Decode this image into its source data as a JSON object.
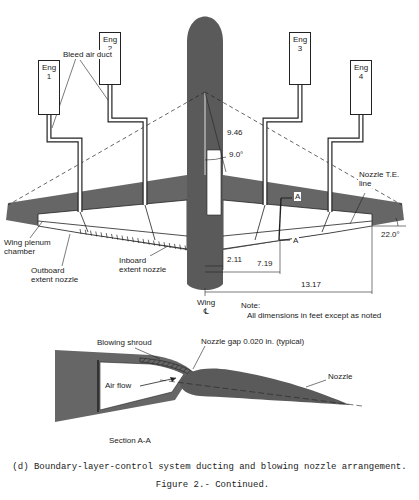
{
  "diagram": {
    "caption": "(d) Boundary-layer-control system ducting and blowing nozzle arrangement.",
    "nodes": [
      {
        "text": [
          "Eng 1"
        ]
      },
      {
        "text": [
          "Eng 2"
        ]
      },
      {
        "text": [
          "Eng 3"
        ]
      },
      {
        "text": [
          "Eng 4"
        ]
      }
    ],
    "labels": [
      "Bleed air duct",
      "9.46",
      "9.0°",
      "A",
      "A",
      "Nozzle T.E. line",
      "22.0°",
      "Wing plenum chamber",
      "Inboard extent nozzle",
      "Outboard extent nozzle",
      "2.11",
      "7.19",
      "13.17",
      "Wing ℄",
      "Note:",
      "All dimensions in feet except as noted",
      "Blowing shroud",
      "Nozzle gap 0.020 in. (typical)",
      "Air flow",
      "Nozzle",
      "Section A-A",
      "Figure 2.- Continued."
    ]
  }
}
